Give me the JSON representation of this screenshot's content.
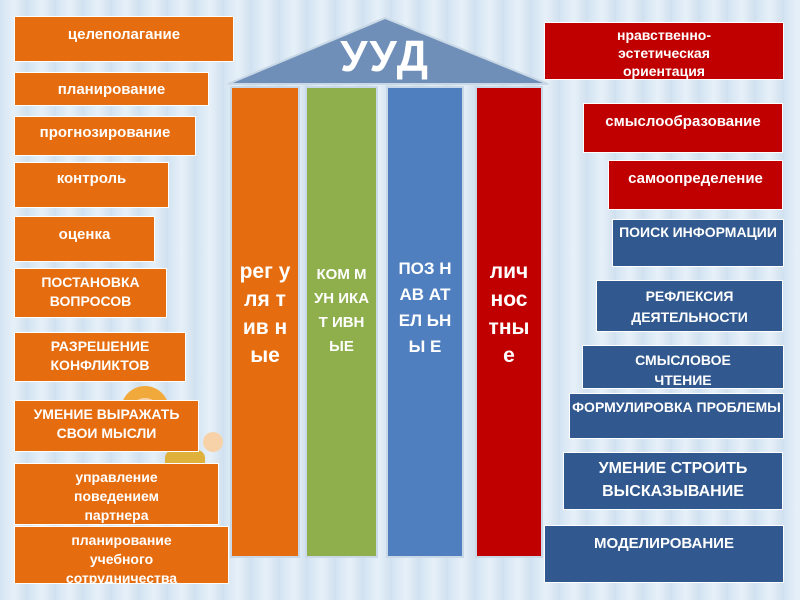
{
  "roof_label": "УУД",
  "pillars": [
    {
      "label": "рег уля тив ные",
      "color": "#e56c0f"
    },
    {
      "label": "КОМ МУН ИКАТ ИВН ЫЕ",
      "color": "#8faf4c"
    },
    {
      "label": "ПОЗ НАВ АТЕЛ ЬНЫ Е",
      "color": "#4f7fbf"
    },
    {
      "label": "лич нос тны е",
      "color": "#c00000"
    }
  ],
  "left_items": [
    "целеполагание",
    "планирование",
    "прогнозирование",
    "контроль",
    "оценка",
    "ПОСТАНОВКА ВОПРОСОВ",
    "РАЗРЕШЕНИЕ КОНФЛИКТОВ",
    "УМЕНИЕ ВЫРАЖАТЬ СВОИ МЫСЛИ",
    "управление поведением партнера",
    "планирование учебного сотрудничества"
  ],
  "right_items": [
    "нравственно-эстетическая ориентация",
    "смыслообразование",
    "самоопределение",
    "ПОИСК ИНФОРМАЦИИ",
    "РЕФЛЕКСИЯ ДЕЯТЕЛЬНОСТИ",
    "СМЫСЛОВОЕ ЧТЕНИЕ",
    "ФОРМУЛИРОВКА ПРОБЛЕМЫ",
    "УМЕНИЕ СТРОИТЬ ВЫСКАЗЫВАНИЕ",
    "МОДЕЛИРОВАНИЕ"
  ],
  "colors": {
    "regulative": "#e56c0f",
    "communicative": "#8faf4c",
    "cognitive": "#4f7fbf",
    "personal": "#c00000",
    "roof": "#6f8fb8"
  }
}
